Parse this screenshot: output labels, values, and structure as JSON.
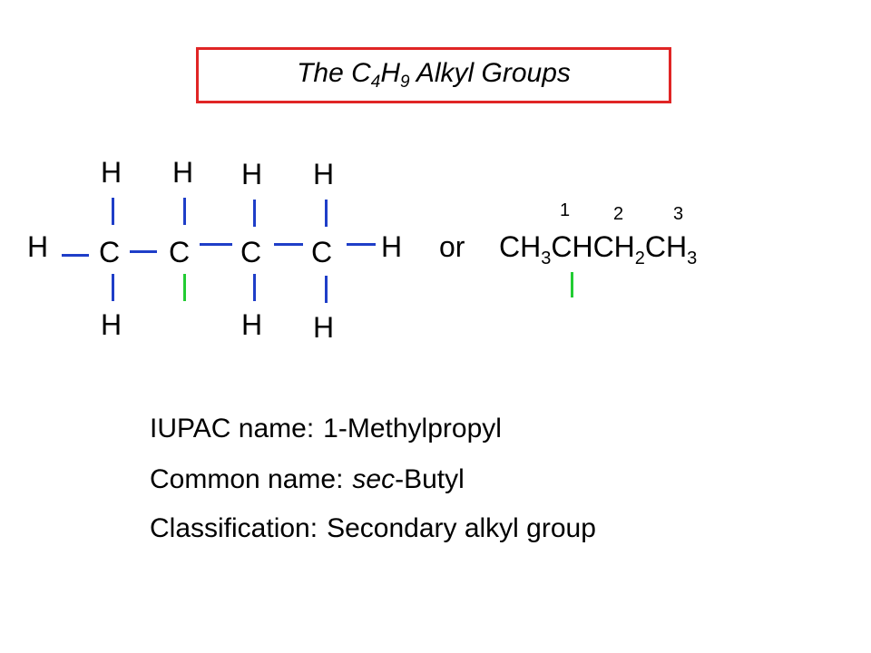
{
  "title": {
    "prefix": "The C",
    "sub1": "4",
    "mid": "H",
    "sub2": "9",
    "suffix": " Alkyl Groups"
  },
  "colors": {
    "frame": "#e02525",
    "bond": "#1f3ec8",
    "attachment_bond": "#22cc33"
  },
  "structure": {
    "carbon": "C",
    "hydrogen": "H"
  },
  "or_text": "or",
  "condensed": {
    "p1": "CH",
    "s1": "3",
    "p2": "CHCH",
    "s2": "2",
    "p3": "CH",
    "s3": "3",
    "numbers": [
      "1",
      "2",
      "3"
    ]
  },
  "info": {
    "iupac_label": "IUPAC name:",
    "iupac_value": "1-Methylpropyl",
    "common_label": "Common name:",
    "common_value_italic": "sec",
    "common_value_rest": "-Butyl",
    "class_label": "Classification:",
    "class_value": "Secondary alkyl group"
  }
}
